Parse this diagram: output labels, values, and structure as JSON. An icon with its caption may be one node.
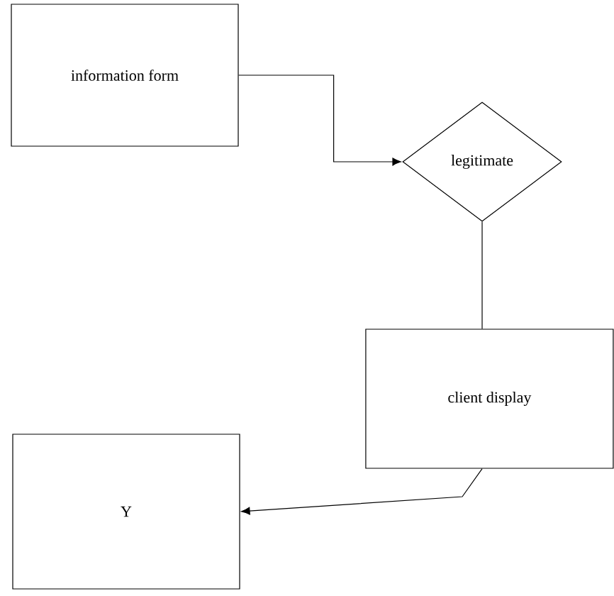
{
  "diagram": {
    "nodes": [
      {
        "text": [
          "information form"
        ]
      },
      {
        "text": [
          "legitimate"
        ]
      },
      {
        "text": [
          "client display"
        ]
      },
      {
        "text": [
          "Y"
        ]
      }
    ],
    "edges": [
      {
        "from": 0,
        "to": 1,
        "arrow": "to"
      },
      {
        "from": 1,
        "to": 2,
        "arrow": "none"
      },
      {
        "from": 2,
        "to": 3,
        "arrow": "to"
      }
    ]
  }
}
